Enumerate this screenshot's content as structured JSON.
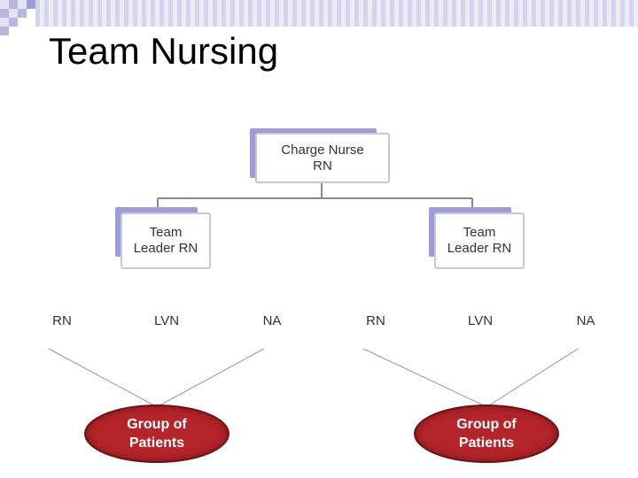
{
  "slide": {
    "title": "Team Nursing"
  },
  "org_chart": {
    "top": {
      "line1": "Charge Nurse",
      "line2": "RN"
    },
    "leaders": [
      {
        "line1": "Team",
        "line2": "Leader RN"
      },
      {
        "line1": "Team",
        "line2": "Leader RN"
      }
    ],
    "staff_left": [
      "RN",
      "LVN",
      "NA"
    ],
    "staff_right": [
      "RN",
      "LVN",
      "NA"
    ],
    "patients": [
      {
        "line1": "Group of",
        "line2": "Patients"
      },
      {
        "line1": "Group of",
        "line2": "Patients"
      }
    ]
  },
  "colors": {
    "accent": "#9c9cd6",
    "box_border": "#c6c6e3",
    "patients_fill": "#b5242a",
    "connector": "#8a8a8a"
  }
}
